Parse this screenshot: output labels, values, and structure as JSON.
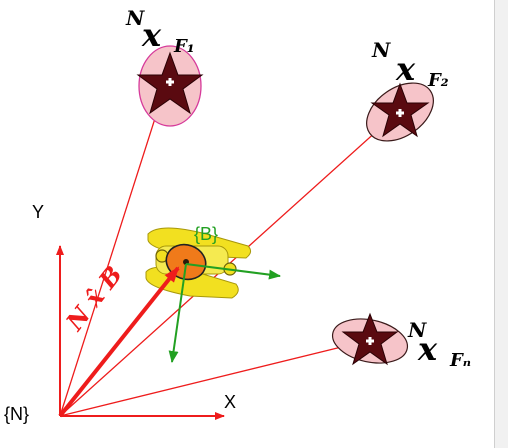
{
  "labels": {
    "frame_n": "{N}",
    "axis_x": "X",
    "axis_y": "Y",
    "frame_b": "{B}",
    "vec_b": "N x̂ B",
    "feature1": {
      "pre": "N",
      "main": "x",
      "sub": "F₁"
    },
    "feature2": {
      "pre": "N",
      "main": "x",
      "sub": "F₂"
    },
    "featuren": {
      "pre": "N",
      "main": "x",
      "sub": "Fₙ"
    }
  },
  "colors": {
    "vector_red": "#ee1c1c",
    "frame_green": "#22a022",
    "ellipse_fill": "#f6c4c9",
    "ellipse_stroke_pink": "#d63a9a",
    "star_fill": "#5a0a10",
    "robot_yellow": "#f2e020",
    "robot_orange": "#f07a1a"
  },
  "icons": [
    "star-icon",
    "cross-icon"
  ]
}
